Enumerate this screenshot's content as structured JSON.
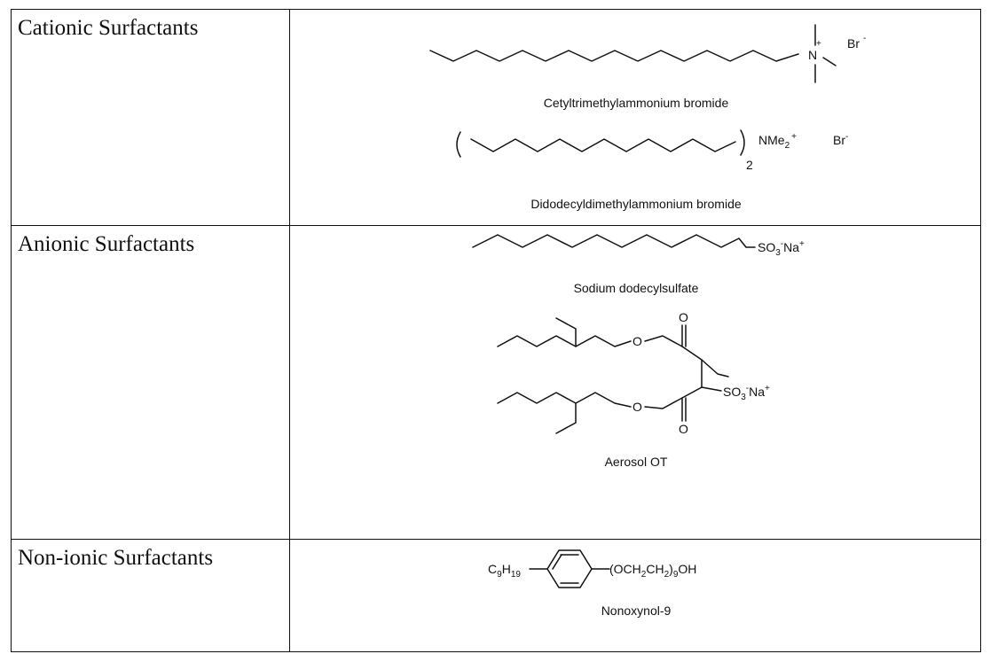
{
  "rows": [
    {
      "class": "Cationic Surfactants",
      "compounds": [
        {
          "name": "Cetyltrimethylammonium bromide",
          "head": "N",
          "charge": "+",
          "counter_ion": "Br",
          "counter_charge": "-"
        },
        {
          "name": "Didodecyldimethylammonium bromide",
          "head": "NMe",
          "head_sub": "2",
          "charge": "+",
          "multiplier": "2",
          "counter_ion": "Br",
          "counter_charge": "-"
        }
      ]
    },
    {
      "class": "Anionic Surfactants",
      "compounds": [
        {
          "name": "Sodium dodecylsulfate",
          "head": "SO",
          "head_sub": "3",
          "head_charge": "-",
          "counter_ion": "Na",
          "counter_charge": "+"
        },
        {
          "name": "Aerosol OT",
          "oxygen": "O",
          "head": "SO",
          "head_sub": "3",
          "head_charge": "-",
          "counter_ion": "Na",
          "counter_charge": "+"
        }
      ]
    },
    {
      "class": "Non-ionic Surfactants",
      "compounds": [
        {
          "name": "Nonoxynol-9",
          "tail": "C",
          "tail_sub1": "9",
          "tail_h": "H",
          "tail_sub2": "19",
          "chain_open": "(OCH",
          "chain_sub1": "2",
          "chain_mid": "CH",
          "chain_sub2": "2",
          "chain_close": ")",
          "chain_sub3": "9",
          "chain_end": "OH"
        }
      ]
    }
  ]
}
